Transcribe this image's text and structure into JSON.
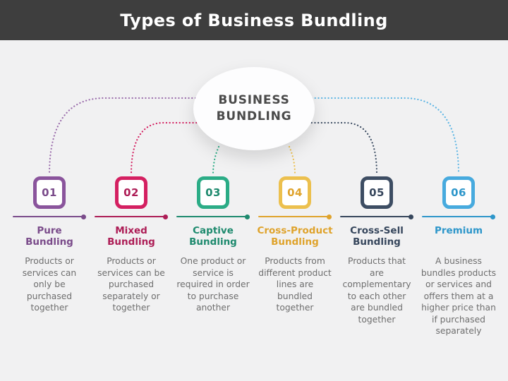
{
  "header": {
    "title": "Types of Business Bundling"
  },
  "center": {
    "label": "BUSINESS\nBUNDLING"
  },
  "colors": {
    "header_bg": "#3e3e3e",
    "canvas_bg": "#f1f1f2",
    "oval_bg": "#fdfdfe",
    "oval_text": "#4a4a4a",
    "description_text": "#6e6e6e"
  },
  "items": [
    {
      "number": "01",
      "label": "Pure\nBundling",
      "description": "Products or\nservices can\nonly be\npurchased\ntogether",
      "accent_color": "#8a549c",
      "text_color": "#7a4b8a",
      "line_color": "#7a4b8a",
      "connector_color": "#9a6cab"
    },
    {
      "number": "02",
      "label": "Mixed\nBundling",
      "description": "Products or\nservices can be\npurchased\nseparately or\ntogether",
      "accent_color": "#d42061",
      "text_color": "#ad1d56",
      "line_color": "#ad1d56",
      "connector_color": "#d42061"
    },
    {
      "number": "03",
      "label": "Captive\nBundling",
      "description": "One product or\nservice is\nrequired in order\nto purchase\nanother",
      "accent_color": "#2bac86",
      "text_color": "#1e8a6e",
      "line_color": "#1e8a6e",
      "connector_color": "#2bac86"
    },
    {
      "number": "04",
      "label": "Cross-Product\nBundling",
      "description": "Products from\ndifferent product\nlines are\nbundled\ntogether",
      "accent_color": "#ecc04e",
      "text_color": "#dfa32c",
      "line_color": "#dfa32c",
      "connector_color": "#ecc04e"
    },
    {
      "number": "05",
      "label": "Cross-Sell\nBundling",
      "description": "Products that\nare\ncomplementary\nto each other\nare bundled\ntogether",
      "accent_color": "#3d4d63",
      "text_color": "#36465c",
      "line_color": "#36465c",
      "connector_color": "#3d4d63"
    },
    {
      "number": "06",
      "label": "Premium",
      "description": "A business\nbundles products\nor services and\noffers them at a\nhigher price than\nif purchased\nseparately",
      "accent_color": "#47aade",
      "text_color": "#2d96ca",
      "line_color": "#2d96ca",
      "connector_color": "#5cb5e4"
    }
  ]
}
